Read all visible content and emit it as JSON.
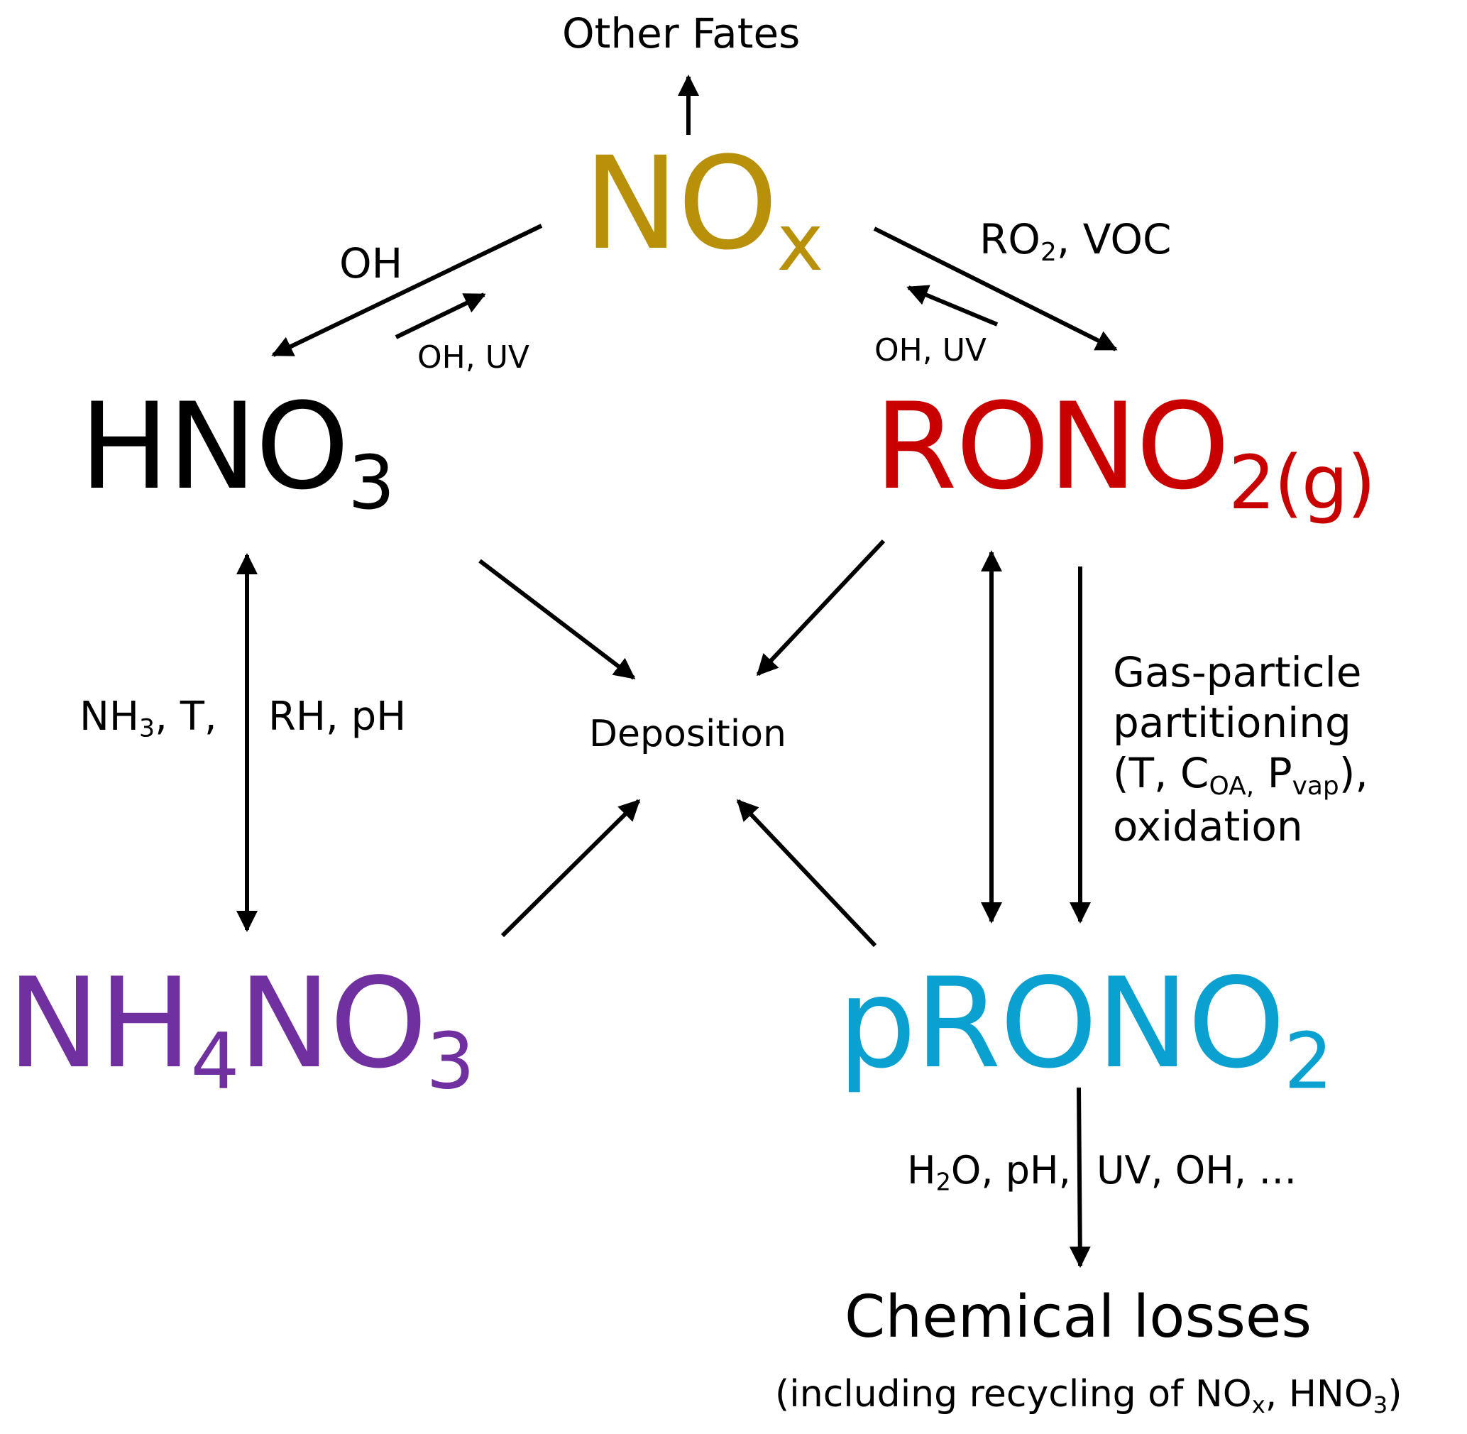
{
  "colors": {
    "nox": "#B8900A",
    "hno3": "#000000",
    "rono2g": "#C80000",
    "nh4no3": "#7030A0",
    "prono2": "#0AA0D0",
    "arrow": "#000000"
  },
  "species": {
    "nox": {
      "main": "NO",
      "sub": "x"
    },
    "hno3": {
      "main": "HNO",
      "sub": "3"
    },
    "rono2g": {
      "main": "RONO",
      "sub": "2(g)"
    },
    "nh4no3": {
      "a": "NH",
      "sub1": "4",
      "b": "NO",
      "sub2": "3"
    },
    "prono2": {
      "main": "pRONO",
      "sub": "2"
    }
  },
  "labels": {
    "other_fates": "Other Fates",
    "oh_top": "OH",
    "oh_uv_left": "OH, UV",
    "ro2_voc": {
      "a": "RO",
      "sub": "2",
      "b": ", VOC"
    },
    "oh_uv_right": "OH, UV",
    "nh3_t": {
      "a": "NH",
      "sub": "3",
      "b": ", T,"
    },
    "rh_ph": "RH, pH",
    "deposition": "Deposition",
    "partitioning": {
      "line1": "Gas-particle",
      "line2": "partitioning",
      "line3_a": "(T, C",
      "line3_sub1": "OA,",
      "line3_b": " P",
      "line3_sub2": "vap",
      "line3_c": "),",
      "line4": "oxidation"
    },
    "h2o_ph": {
      "a": "H",
      "sub": "2",
      "b": "O, pH,"
    },
    "uv_oh": "UV, OH, …",
    "chemical_losses": "Chemical losses",
    "recycling": {
      "a": "(including recycling of NO",
      "sub1": "x",
      "b": ", HNO",
      "sub2": "3",
      "c": ")"
    }
  }
}
